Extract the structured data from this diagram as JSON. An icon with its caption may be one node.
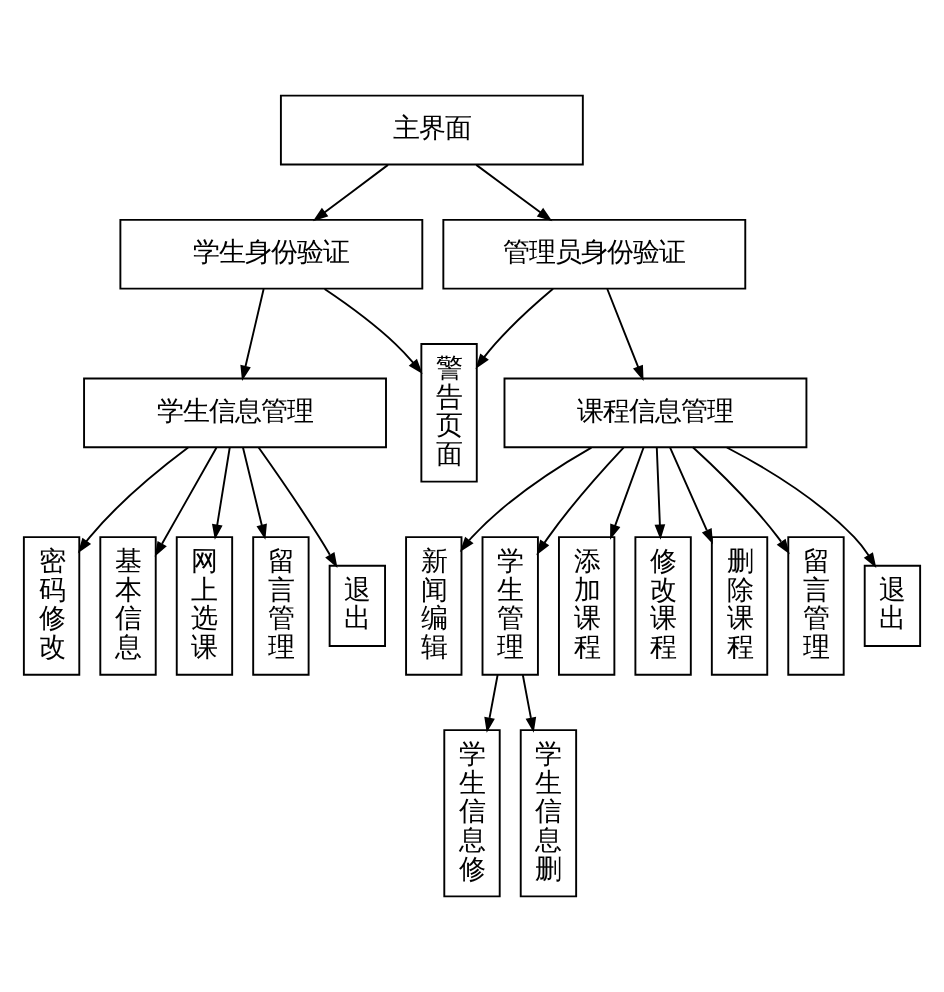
{
  "diagram": {
    "nodes": [
      {
        "text": [
          "主界面"
        ]
      },
      {
        "text": [
          "学生身份验证"
        ]
      },
      {
        "text": [
          "管理员身份验证"
        ]
      },
      {
        "text": [
          "学生信息管理"
        ]
      },
      {
        "text": [
          "警告页面"
        ]
      },
      {
        "text": [
          "课程信息管理"
        ]
      },
      {
        "text": [
          "密码修改"
        ]
      },
      {
        "text": [
          "基本信息"
        ]
      },
      {
        "text": [
          "网上选课"
        ]
      },
      {
        "text": [
          "留言管理"
        ]
      },
      {
        "text": [
          "退出"
        ]
      },
      {
        "text": [
          "新闻编辑"
        ]
      },
      {
        "text": [
          "学生管理"
        ]
      },
      {
        "text": [
          "添加课程"
        ]
      },
      {
        "text": [
          "修改课程"
        ]
      },
      {
        "text": [
          "删除课程"
        ]
      },
      {
        "text": [
          "留言管理"
        ]
      },
      {
        "text": [
          "退出"
        ]
      },
      {
        "text": [
          "学生信息修"
        ]
      },
      {
        "text": [
          "学生信息删"
        ]
      }
    ],
    "edges": [
      {
        "from": 0,
        "to": 1,
        "arrow": "to"
      },
      {
        "from": 0,
        "to": 2,
        "arrow": "to"
      },
      {
        "from": 1,
        "to": 3,
        "arrow": "to"
      },
      {
        "from": 1,
        "to": 4,
        "arrow": "to"
      },
      {
        "from": 2,
        "to": 4,
        "arrow": "to"
      },
      {
        "from": 2,
        "to": 5,
        "arrow": "to"
      },
      {
        "from": 3,
        "to": 6,
        "arrow": "to"
      },
      {
        "from": 3,
        "to": 7,
        "arrow": "to"
      },
      {
        "from": 3,
        "to": 8,
        "arrow": "to"
      },
      {
        "from": 3,
        "to": 9,
        "arrow": "to"
      },
      {
        "from": 3,
        "to": 10,
        "arrow": "to"
      },
      {
        "from": 5,
        "to": 11,
        "arrow": "to"
      },
      {
        "from": 5,
        "to": 12,
        "arrow": "to"
      },
      {
        "from": 5,
        "to": 13,
        "arrow": "to"
      },
      {
        "from": 5,
        "to": 14,
        "arrow": "to"
      },
      {
        "from": 5,
        "to": 15,
        "arrow": "to"
      },
      {
        "from": 5,
        "to": 16,
        "arrow": "to"
      },
      {
        "from": 5,
        "to": 17,
        "arrow": "to"
      },
      {
        "from": 12,
        "to": 18,
        "arrow": "to"
      },
      {
        "from": 12,
        "to": 19,
        "arrow": "to"
      }
    ]
  }
}
